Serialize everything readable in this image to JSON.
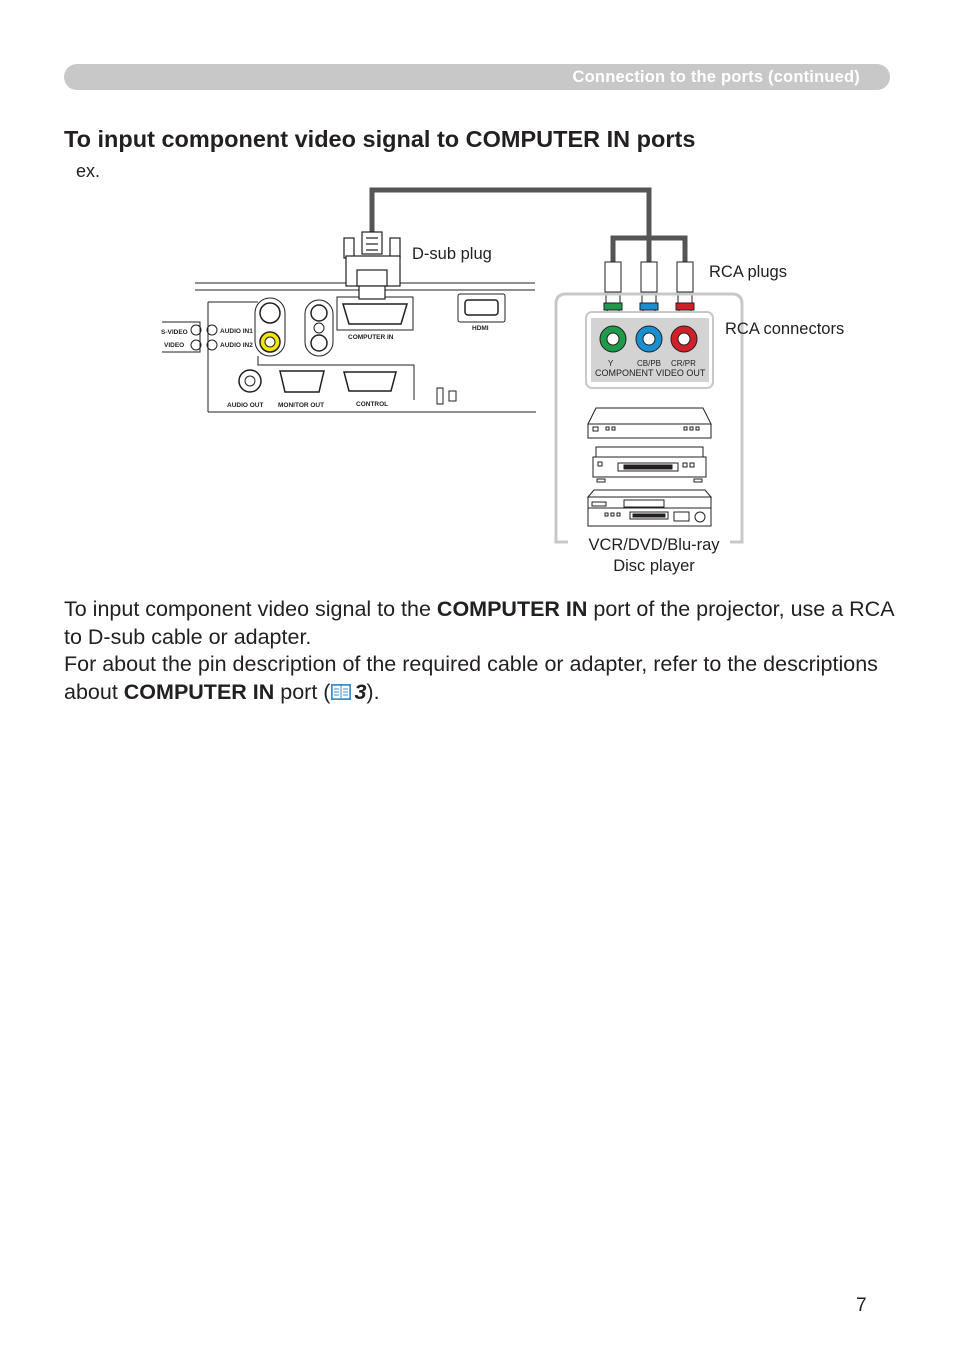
{
  "header": {
    "section": "Connection to the ports (continued)"
  },
  "title": "To input component video signal to COMPUTER IN ports",
  "example_label": "ex.",
  "diagram": {
    "dsub_plug": "D-sub plug",
    "rca_plugs": "RCA plugs",
    "rca_connectors": "RCA connectors",
    "device_line1": "VCR/DVD/Blu-ray",
    "device_line2": "Disc player",
    "panel": {
      "s_video": "S-VIDEO",
      "video": "VIDEO",
      "audio_in1": "AUDIO IN1",
      "audio_in2": "AUDIO IN2",
      "computer_in": "COMPUTER IN",
      "hdmi": "HDMI",
      "audio_out": "AUDIO OUT",
      "monitor_out": "MONITOR OUT",
      "control": "CONTROL"
    },
    "component": {
      "y": "Y",
      "cb": "CB/PB",
      "cr": "CR/PR",
      "out_label": "COMPONENT VIDEO OUT"
    },
    "colors": {
      "green": "#1e9a4a",
      "blue": "#1a8fd0",
      "red": "#d0202a",
      "cable": "#555555"
    }
  },
  "body": {
    "p1_a": "To input component video signal to the ",
    "p1_bold": "COMPUTER IN",
    "p1_b": " port of the projector, use a RCA to D-sub cable or adapter.",
    "p2_a": "For about the pin description of the required cable or adapter, refer to the descriptions about ",
    "p2_bold": "COMPUTER IN",
    "p2_b": " port (",
    "p2_ref": "3",
    "p2_c": ")."
  },
  "page_number": "7"
}
